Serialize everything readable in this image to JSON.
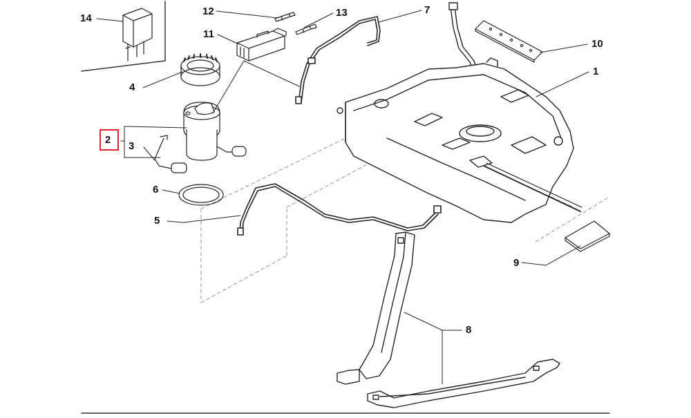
{
  "diagram": {
    "highlight_color": "#e0232a",
    "highlighted_callout": "2",
    "callouts": {
      "c1": "1",
      "c2": "2",
      "c3": "3",
      "c4": "4",
      "c5": "5",
      "c6": "6",
      "c7": "7",
      "c8": "8",
      "c9": "9",
      "c10": "10",
      "c11": "11",
      "c12": "12",
      "c13": "13",
      "c14": "14"
    }
  }
}
